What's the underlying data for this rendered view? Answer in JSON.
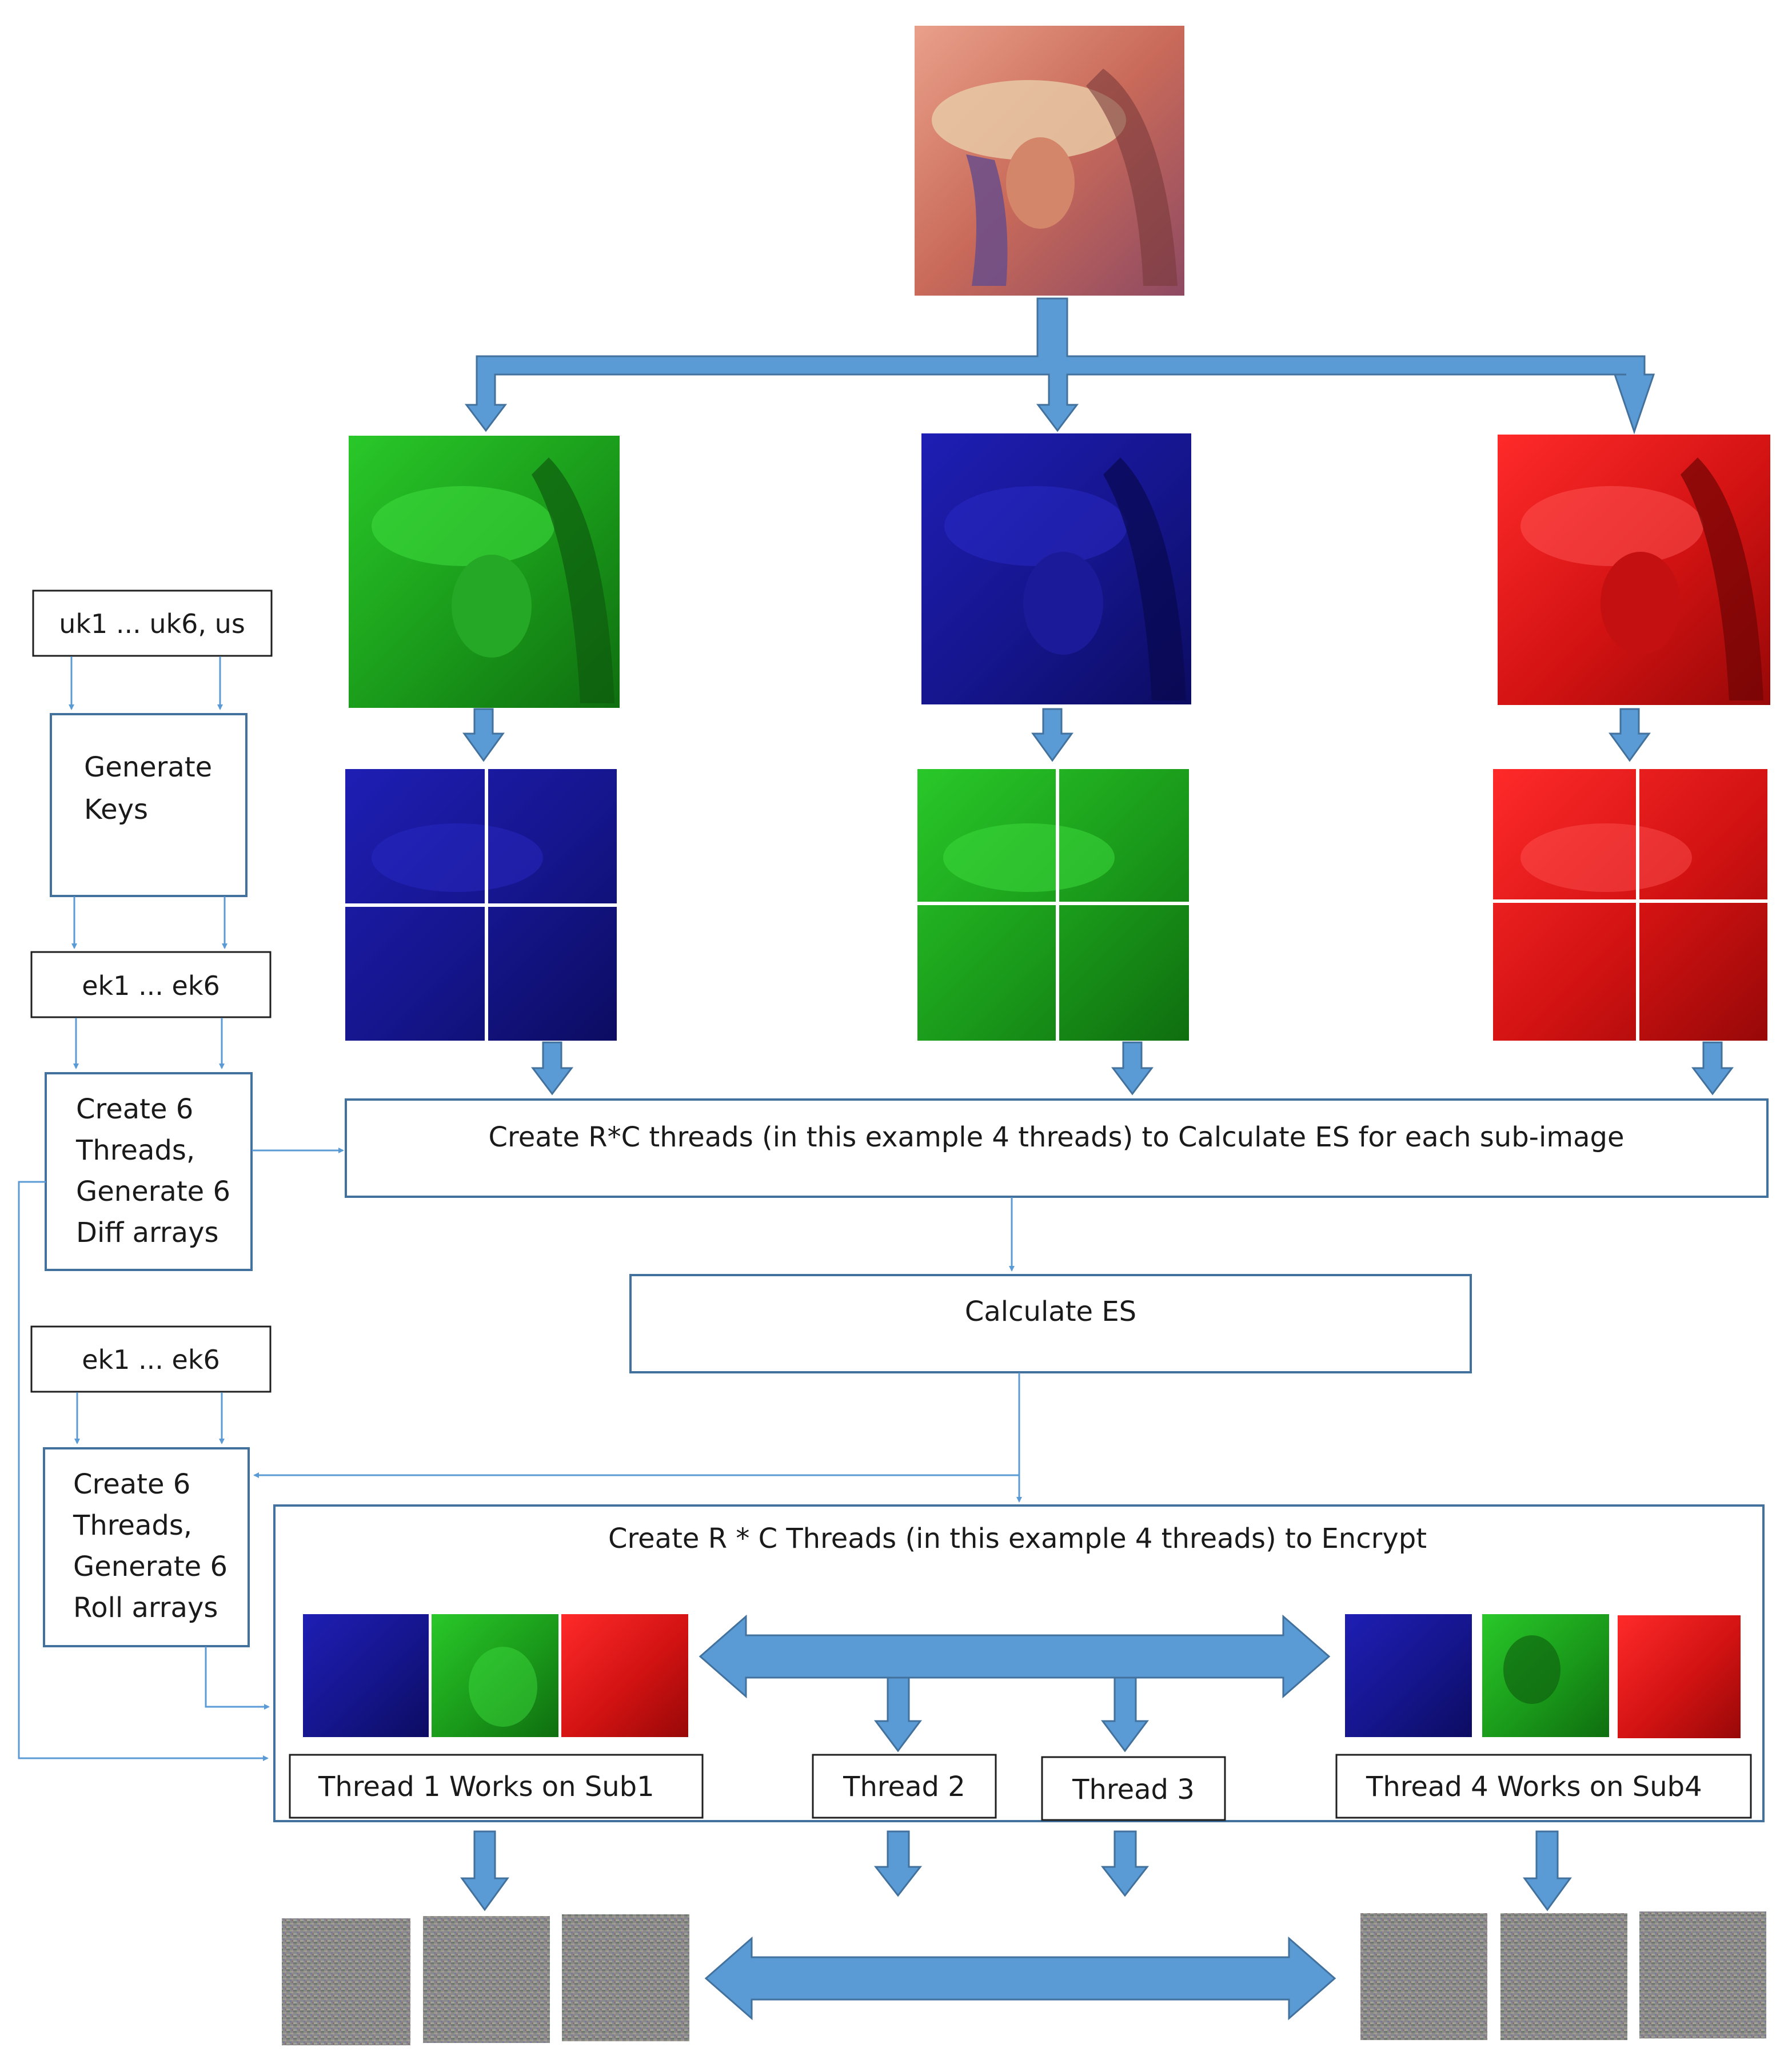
{
  "boxes": {
    "user_keys": "uk1 ... uk6, us",
    "generate_keys": [
      "Generate",
      "Keys"
    ],
    "enc_keys_1": "ek1 ... ek6",
    "create_diff": [
      "Create 6",
      "Threads,",
      "Generate 6",
      "Diff arrays"
    ],
    "enc_keys_2": "ek1 ... ek6",
    "create_roll": [
      "Create 6",
      "Threads,",
      "Generate 6",
      "Roll arrays"
    ],
    "calc_es_threads": "Create R*C threads (in this  example 4 threads)  to Calculate ES for each sub-image",
    "calculate_es": "Calculate ES",
    "encrypt_threads": "Create R * C Threads (in this example 4 threads) to Encrypt",
    "thread1": "Thread 1 Works on Sub1",
    "thread2": "Thread 2",
    "thread3": "Thread 3",
    "thread4": "Thread 4 Works on Sub4"
  },
  "images": {
    "original": "color-portrait-image",
    "channels": [
      "green-channel-image",
      "blue-channel-image",
      "red-channel-image"
    ],
    "split_channels": [
      "blue-split-image",
      "green-split-image",
      "red-split-image"
    ],
    "encrypted_tiles": 6
  },
  "colors": {
    "arrow_fill": "#5b9bd5",
    "arrow_stroke": "#41719c",
    "box_stroke": "#41719c",
    "thin_arrow": "#5b9bd5",
    "green": "#1fb81f",
    "blue": "#1a1aa6",
    "red": "#e01414"
  }
}
